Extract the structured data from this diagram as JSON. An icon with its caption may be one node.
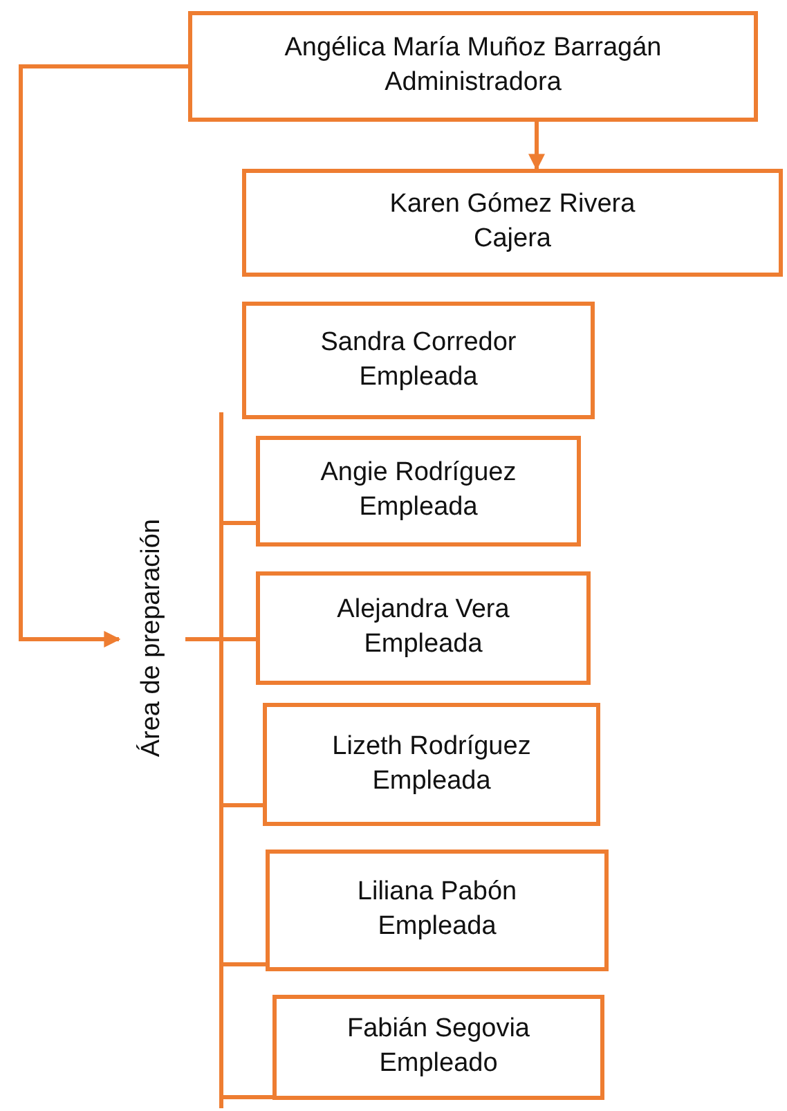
{
  "diagram": {
    "nodes": [
      {
        "text": [
          "Angélica María Muñoz Barragán",
          "Administradora"
        ]
      },
      {
        "text": [
          "Karen Gómez Rivera",
          "Cajera"
        ]
      },
      {
        "text": [
          "Sandra Corredor",
          "Empleada"
        ]
      },
      {
        "text": [
          "Área de preparación"
        ]
      },
      {
        "text": [
          "Angie Rodríguez",
          "Empleada"
        ]
      },
      {
        "text": [
          "Alejandra Vera",
          "Empleada"
        ]
      },
      {
        "text": [
          "Lizeth Rodríguez",
          "Empleada"
        ]
      },
      {
        "text": [
          "Liliana Pabón",
          "Empleada"
        ]
      },
      {
        "text": [
          "Fabián Segovia",
          "Empleado"
        ]
      }
    ],
    "edges": [
      {
        "from": 0,
        "to": 1,
        "arrow": "to"
      },
      {
        "from": 0,
        "to": 3,
        "arrow": "to"
      },
      {
        "from": 3,
        "to": 4,
        "arrow": "none"
      },
      {
        "from": 3,
        "to": 5,
        "arrow": "none"
      },
      {
        "from": 3,
        "to": 6,
        "arrow": "none"
      },
      {
        "from": 3,
        "to": 7,
        "arrow": "none"
      },
      {
        "from": 3,
        "to": 8,
        "arrow": "none"
      }
    ]
  }
}
